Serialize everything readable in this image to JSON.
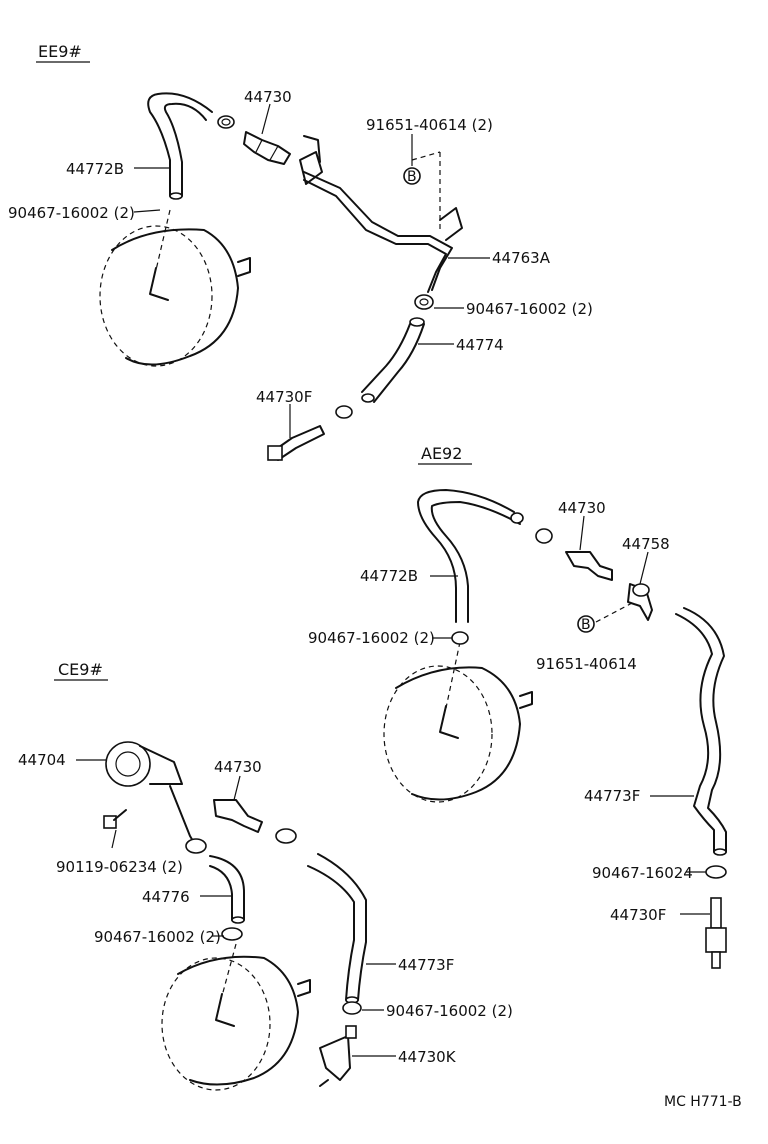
{
  "sections": {
    "ee9": "EE9#",
    "ae92": "AE92",
    "ce9": "CE9#"
  },
  "labels": {
    "ee9_44730": "44730",
    "ee9_91651": "91651-40614 (2)",
    "ee9_44772B": "44772B",
    "ee9_90467_a": "90467-16002 (2)",
    "ee9_44763A": "44763A",
    "ee9_90467_b": "90467-16002 (2)",
    "ee9_44774": "44774",
    "ee9_44730F": "44730F",
    "ae92_44730": "44730",
    "ae92_44758": "44758",
    "ae92_44772B": "44772B",
    "ae92_90467": "90467-16002 (2)",
    "ae92_91651": "91651-40614",
    "ae92_44773F": "44773F",
    "ae92_90467_16024": "90467-16024",
    "ae92_44730F": "44730F",
    "ce9_44704": "44704",
    "ce9_44730": "44730",
    "ce9_90119": "90119-06234 (2)",
    "ce9_44776": "44776",
    "ce9_90467_a": "90467-16002 (2)",
    "ce9_44773F": "44773F",
    "ce9_90467_b": "90467-16002 (2)",
    "ce9_44730K": "44730K"
  },
  "markers": {
    "b1": "B",
    "b2": "B"
  },
  "reference": "MC  H771-B"
}
